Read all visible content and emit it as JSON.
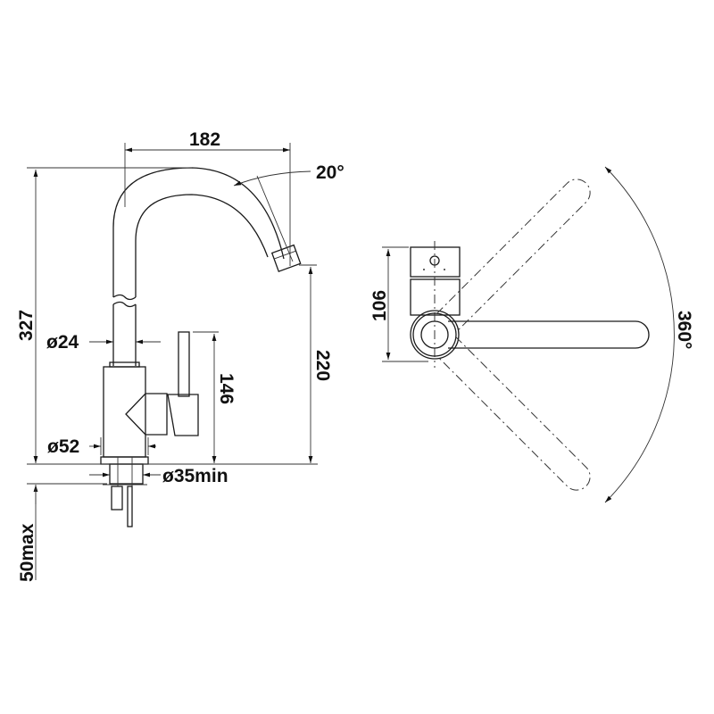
{
  "drawing": {
    "side_view": {
      "width_dim": "182",
      "angle_dim": "20°",
      "total_height_dim": "327",
      "spout_diameter_dim": "ø24",
      "handle_height_dim": "146",
      "outlet_height_dim": "220",
      "base_diameter_dim": "ø52",
      "hole_diameter_dim": "ø35min",
      "counter_thickness_dim": "50max"
    },
    "top_view": {
      "depth_dim": "106",
      "rotation_dim": "360°"
    }
  }
}
